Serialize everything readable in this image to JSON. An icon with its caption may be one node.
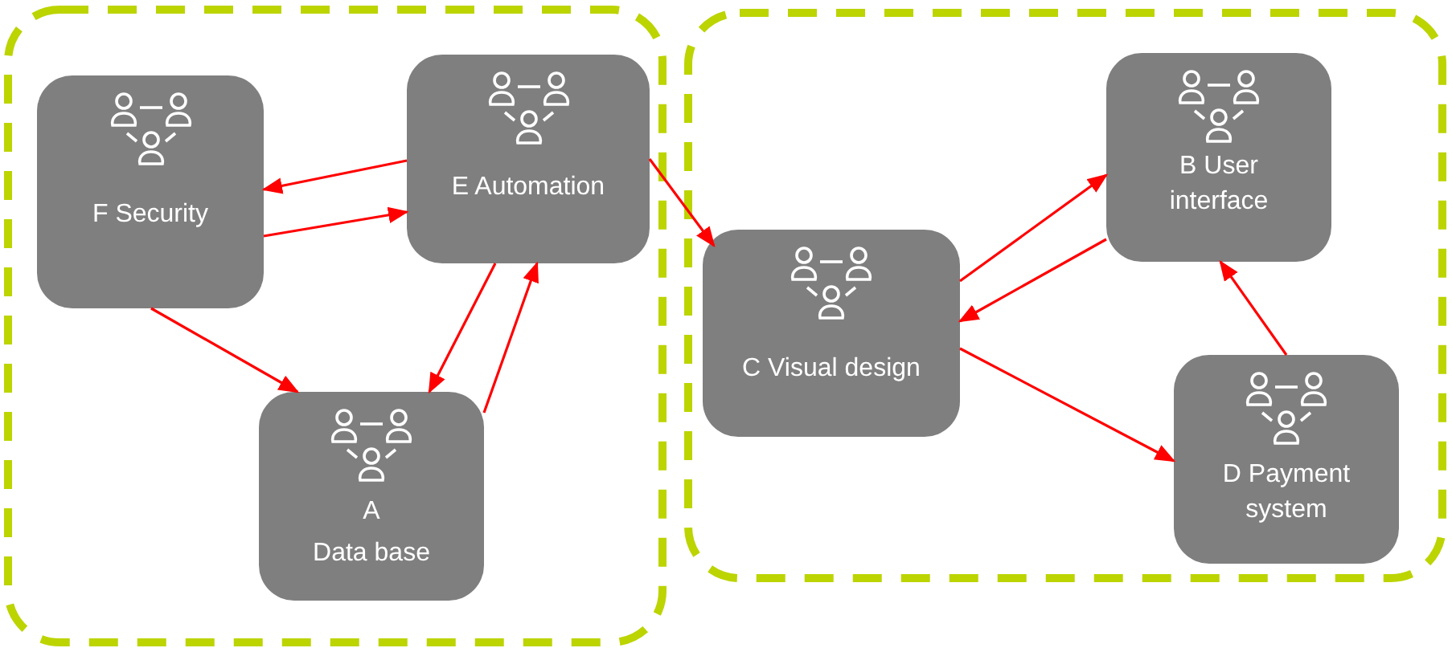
{
  "diagram": {
    "nodes": [
      {
        "text": [],
        "shape": "box"
      },
      {
        "text": [
          "F Security"
        ],
        "in": 0
      },
      {
        "text": [
          "E Automation"
        ],
        "in": 0
      },
      {
        "text": [
          "A",
          "Data base"
        ],
        "in": 0
      },
      {
        "text": [],
        "shape": "box"
      },
      {
        "text": [
          "C Visual design"
        ],
        "in": 4
      },
      {
        "text": [
          "B User interface"
        ],
        "in": 4
      },
      {
        "text": [
          "D Payment system"
        ],
        "in": 4
      }
    ],
    "edges": [
      {
        "from": 2,
        "to": 1,
        "arrow": "to"
      },
      {
        "from": 1,
        "to": 2,
        "arrow": "to"
      },
      {
        "from": 1,
        "to": 3,
        "arrow": "to"
      },
      {
        "from": 2,
        "to": 3,
        "arrow": "to"
      },
      {
        "from": 3,
        "to": 2,
        "arrow": "to"
      },
      {
        "from": 2,
        "to": 5,
        "arrow": "to"
      },
      {
        "from": 5,
        "to": 6,
        "arrow": "to"
      },
      {
        "from": 6,
        "to": 5,
        "arrow": "to"
      },
      {
        "from": 5,
        "to": 7,
        "arrow": "to"
      },
      {
        "from": 7,
        "to": 6,
        "arrow": "to"
      }
    ]
  }
}
